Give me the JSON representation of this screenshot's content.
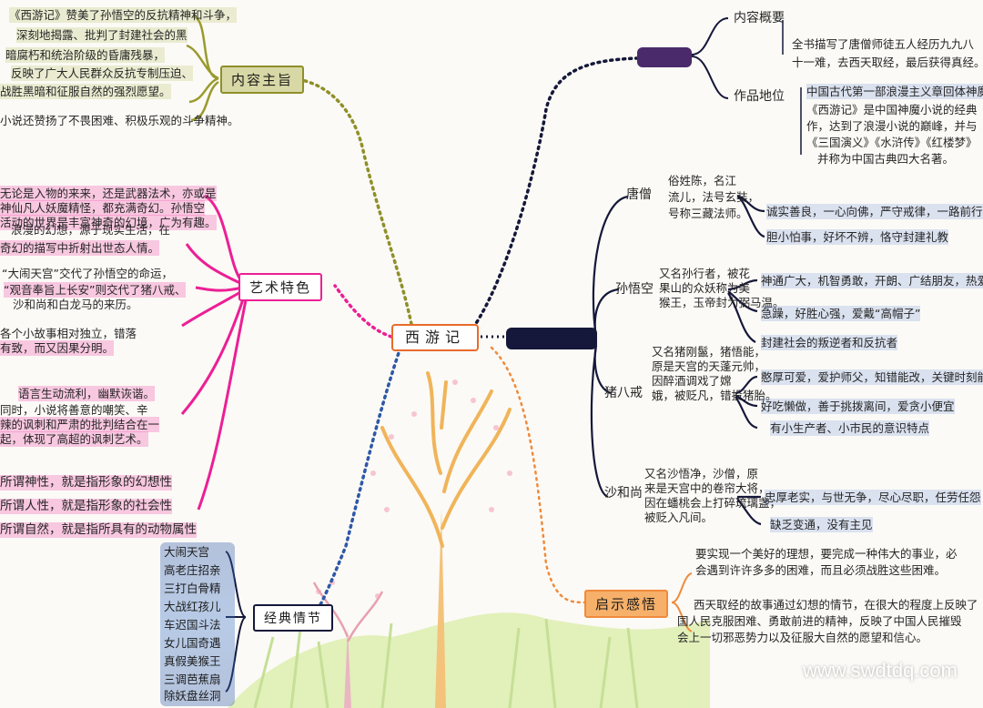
{
  "title": "西游记",
  "watermark": "www.swdtdq.com",
  "colors": {
    "center": "#e86b2c",
    "olive": "#8f8f2a",
    "pink": "#ec1f95",
    "blue": "#2e58a8",
    "navy": "#15183a",
    "orange": "#f08a3b",
    "purple": "#4a2a6a"
  },
  "content_theme": {
    "label": "内容主旨",
    "lines": [
      "《西游记》赞美了孙悟空的反抗精神和斗争，",
      "深刻地揭露、批判了封建社会的黑",
      "暗腐朽和统治阶级的昏庸残暴，",
      "反映了广大人民群众反抗专制压迫、",
      "战胜黑暗和征服自然的强烈愿望。",
      "小说还赞扬了不畏困难、积极乐观的斗争精神。"
    ]
  },
  "art_features": {
    "label": "艺术特色",
    "blocks": [
      [
        "无论是入物的来来，还是武器法术，亦或是",
        "神仙凡人妖魔精怪，都充满奇幻。孙悟空",
        "活动的世界是丰富神奇的幻境，广为有趣。"
      ],
      [
        "浪漫的幻想，源于现实生活，在",
        "奇幻的描写中折射出世态人情。"
      ],
      [
        "“大闹天宫”交代了孙悟空的命运，",
        "“观音奉旨上长安”则交代了猪八戒、",
        "沙和尚和白龙马的来历。"
      ],
      [
        "各个小故事相对独立，错落",
        "有致，而又因果分明。"
      ],
      [
        "语言生动流利，幽默诙谐。",
        "同时，小说将善意的嘲笑、辛",
        "辣的讽刺和严肃的批判结合在一",
        "起，体现了高超的讽刺艺术。"
      ],
      [
        "所谓神性，就是指形象的幻想性",
        "所谓人性，就是指形象的社会性",
        "所谓自然，就是指所具有的动物属性"
      ]
    ]
  },
  "classic_episodes": {
    "label": "经典情节",
    "items": [
      "大闹天宫",
      "高老庄招亲",
      "三打白骨精",
      "大战红孩儿",
      "车迟国斗法",
      "女儿国奇遇",
      "真假美猴王",
      "三调芭蕉扇",
      "除妖盘丝洞"
    ]
  },
  "content_overview": {
    "label": "内容概要",
    "lines": [
      "全书描写了唐僧师徒五人经历九九八",
      "十一难，去西天取经，最后获得真经。"
    ]
  },
  "work_status": {
    "label": "作品地位",
    "lines": [
      "中国古代第一部浪漫主义章回体神魔小说。",
      "《西游记》是中国神魔小说的经典",
      "作，达到了浪漫小说的巅峰，并与",
      "《三国演义》《水浒传》《红楼梦》",
      "并称为中国古典四大名著。"
    ]
  },
  "characters": [
    {
      "name": "唐僧",
      "intro": [
        "俗姓陈，名江",
        "流儿，法号玄奘，",
        "号称三藏法师。"
      ],
      "traits": [
        "诚实善良，一心向佛，严守戒律，一路前行，以苦为乐",
        "胆小怕事，好坏不辨，恪守封建礼教"
      ]
    },
    {
      "name": "孙悟空",
      "intro": [
        "又名孙行者，被花",
        "果山的众妖称为美",
        "猴王，玉帝封为弼马温。"
      ],
      "traits": [
        "神通广大，机智勇敢，开朗、广结朋友，热爱自由",
        "急躁，好胜心强，爱戴“高帽子”",
        "封建社会的叛逆者和反抗者"
      ]
    },
    {
      "name": "猪八戒",
      "intro": [
        "又名猪刚鬣，猪悟能，",
        "原是天宫的天蓬元帅，",
        "因醉酒调戏了嫦",
        "娥，被贬凡，错投猪胎。"
      ],
      "traits": [
        "憨厚可爱，爱护师父，知错能改，关键时刻能挺身",
        "好吃懒做，善于挑拨离间，爱贪小便宜",
        "有小生产者、小市民的意识特点"
      ]
    },
    {
      "name": "沙和尚",
      "intro": [
        "又名沙悟净，沙僧，原",
        "来是天宫中的卷帘大将，",
        "因在蟠桃会上打碎琉璃盏，",
        "被贬入凡间。"
      ],
      "traits": [
        "忠厚老实，与世无争，尽心尽职，任劳任怨",
        "缺乏变通，没有主见"
      ]
    }
  ],
  "inspiration": {
    "label": "启示感悟",
    "lines": [
      "要实现一个美好的理想，要完成一种伟大的事业，必",
      "会遇到许许多多的困难，而且必须战胜这些困难。",
      "西天取经的故事通过幻想的情节，在很大的程度上反映了",
      "国人民克服困难、勇敢前进的精神，反映了中国人民摧毁",
      "会上一切邪恶势力以及征服大自然的愿望和信心。"
    ]
  }
}
